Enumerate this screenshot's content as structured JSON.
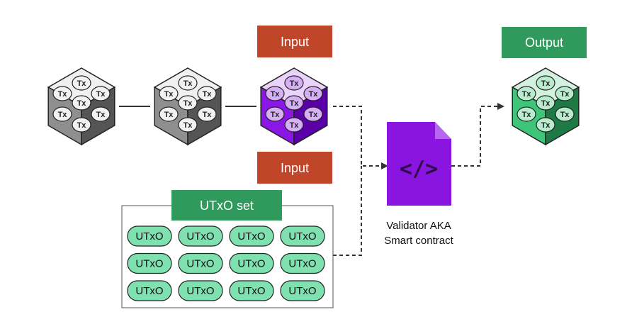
{
  "labels": {
    "input_top": "Input",
    "input_bottom": "Input",
    "output": "Output",
    "utxo_set": "UTxO set",
    "validator_line1": "Validator AKA",
    "validator_line2": "Smart contract",
    "code_icon": "</>"
  },
  "tx_label": "Tx",
  "utxo_label": "UTxO",
  "blocks": [
    {
      "name": "block-1",
      "top": "#f0f0f0",
      "left": "#8f8f8f",
      "right": "#555555",
      "tx_fill": "#f2f2f2"
    },
    {
      "name": "block-2",
      "top": "#f0f0f0",
      "left": "#8f8f8f",
      "right": "#555555",
      "tx_fill": "#f2f2f2"
    },
    {
      "name": "input-block",
      "top": "#ead3fb",
      "left": "#8a17e6",
      "right": "#5a00a8",
      "tx_fill": "#d6b0f5"
    },
    {
      "name": "output-block",
      "top": "#d3f1df",
      "left": "#3ec57a",
      "right": "#1d7a45",
      "tx_fill": "#b9ebcf"
    }
  ],
  "utxo_grid": {
    "rows": 3,
    "cols": 4
  },
  "colors": {
    "input_tag": "#c0462a",
    "output_tag": "#2f9a5c",
    "utxo_fill": "#7fe0b0",
    "validator": "#8a14e0"
  }
}
